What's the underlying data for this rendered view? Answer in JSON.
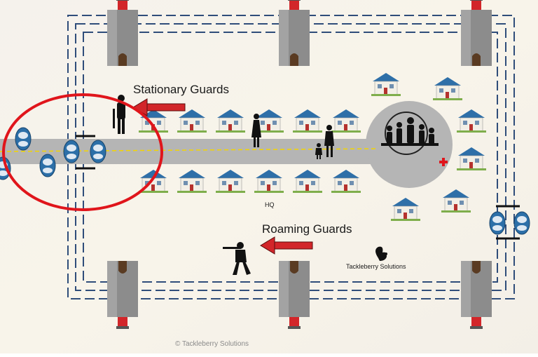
{
  "labels": {
    "stationary_guards": "Stationary Guards",
    "roaming_guards": "Roaming Guards",
    "hq": "HQ",
    "brand": "Tackleberry Solutions",
    "copyright": "© Tackleberry Solutions"
  },
  "colors": {
    "road": "#b5b5b5",
    "center_line": "#f3d500",
    "perimeter_dash": "#2f4d7a",
    "tower_body": "#8c8c8c",
    "tower_top": "#d2262a",
    "house_roof": "#2e6fa8",
    "house_wall": "#f2efe6",
    "car": "#2c6fa8",
    "arrow": "#d2262a",
    "highlight_circle": "#e0151b",
    "medical_cross": "#e0151b",
    "silhouette": "#111111"
  },
  "icons": [
    "watchtower-icon",
    "house-icon",
    "car-icon",
    "guard-silhouette-icon",
    "arrow-icon",
    "medical-cross-icon",
    "squirrel-logo-icon",
    "family-silhouette-icon"
  ]
}
